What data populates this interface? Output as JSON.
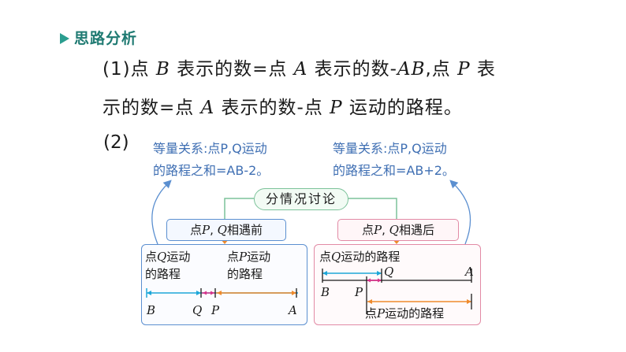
{
  "heading": "思路分析",
  "p1": {
    "a": "(1)点 ",
    "b": "B",
    "c": " 表示的数=点 ",
    "d": "A",
    "e": " 表示的数-",
    "f": "AB",
    "g": ",点 ",
    "h": "P",
    "i": " 表"
  },
  "p2": {
    "a": "示的数=点 ",
    "b": "A",
    "c": " 表示的数-点 ",
    "d": "P",
    "e": " 运动的路程。"
  },
  "p3_label": "(2)",
  "note_left": {
    "line1": "等量关系:点P,Q运动",
    "line2": "的路程之和=AB-2。"
  },
  "note_right": {
    "line1": "等量关系:点P,Q运动",
    "line2": "的路程之和=AB+2。"
  },
  "pill": "分情况讨论",
  "tag_left": {
    "a": "点",
    "b": "P",
    "c": ", ",
    "d": "Q",
    "e": "相遇前"
  },
  "tag_right": {
    "a": "点",
    "b": "P",
    "c": ", ",
    "d": "Q",
    "e": "相遇后"
  },
  "box_left": {
    "q_a": "点",
    "q_b": "Q",
    "q_c": "运动",
    "q_d": "的路程",
    "p_a": "点",
    "p_b": "P",
    "p_c": "运动",
    "p_d": "的路程",
    "pt_B": "B",
    "pt_Q": "Q",
    "pt_P": "P",
    "pt_A": "A"
  },
  "box_right": {
    "top_a": "点",
    "top_b": "Q",
    "top_c": "运动的路程",
    "pt_Q": "Q",
    "pt_A": "A",
    "pt_B": "B",
    "pt_P": "P",
    "bot_a": "点",
    "bot_b": "P",
    "bot_c": "运动的路程"
  },
  "colors": {
    "cyan": "#1ea7d8",
    "magenta": "#d6338a",
    "orange": "#ef8a2c",
    "teal": "#1f7a72",
    "hand": "#3f6fb3"
  }
}
